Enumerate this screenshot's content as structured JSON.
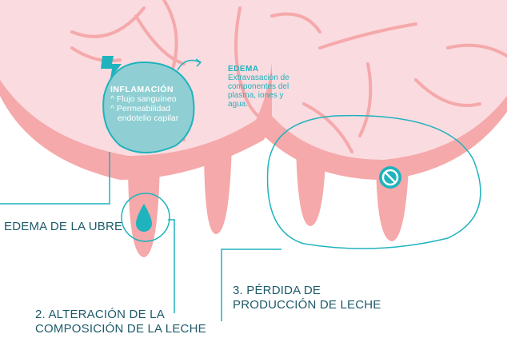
{
  "inflammation": {
    "title": "INFLAMACIÓN",
    "items": [
      "Flujo sanguíneo",
      "Permeabilidad",
      "endotelio capilar"
    ]
  },
  "edema_note": {
    "title": "EDEMA",
    "lines": [
      "Extravasación de",
      "componentes del",
      "plasma, iones y",
      "agua."
    ]
  },
  "labels": {
    "udder_edema": "EDEMA DE LA UBRE",
    "composition_1": "2. ALTERACIÓN DE LA",
    "composition_2": "COMPOSICIÓN DE LA LECHE",
    "production_1": "3. PÉRDIDA DE",
    "production_2": "PRODUCCIÓN DE LECHE"
  },
  "colors": {
    "pink": "#fadbe0",
    "salmon": "#f5a9aa",
    "teal": "#1fb3bd",
    "text": "#1d5a6a"
  }
}
